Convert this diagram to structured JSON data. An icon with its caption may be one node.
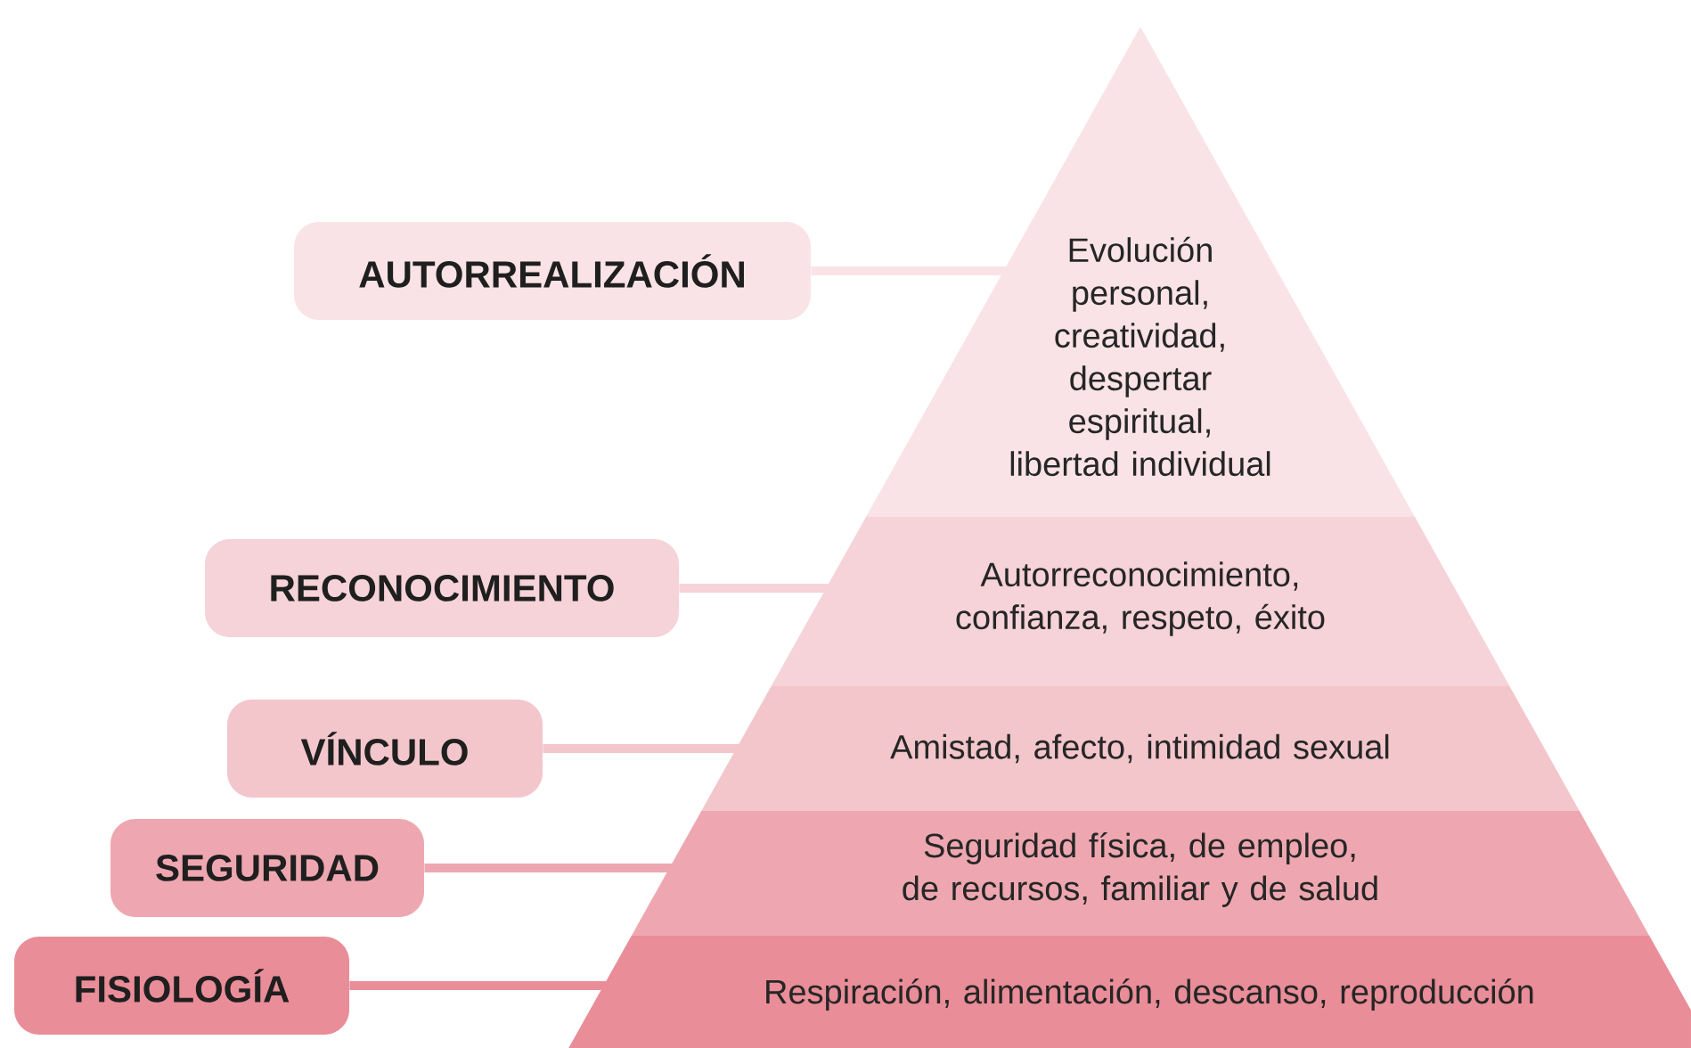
{
  "diagram": {
    "nodes": [
      {
        "text": [
          "AUTORREALIZACIÓN"
        ]
      },
      {
        "text": [
          "Evolución personal, creatividad, despertar espiritual, libertad individual"
        ]
      },
      {
        "text": [
          "RECONOCIMIENTO"
        ]
      },
      {
        "text": [
          "Autorreconocimiento, confianza, respeto, éxito"
        ]
      },
      {
        "text": [
          "VÍNCULO"
        ]
      },
      {
        "text": [
          "Amistad, afecto, intimidad sexual"
        ]
      },
      {
        "text": [
          "SEGURIDAD"
        ]
      },
      {
        "text": [
          "Seguridad física, de empleo, de recursos, familiar y de salud"
        ]
      },
      {
        "text": [
          "FISIOLOGÍA"
        ]
      },
      {
        "text": [
          "Respiración, alimentación, descanso, reproducción"
        ]
      }
    ],
    "edges": [
      {
        "from": 0,
        "to": 1,
        "arrow": "none"
      },
      {
        "from": 2,
        "to": 3,
        "arrow": "none"
      },
      {
        "from": 4,
        "to": 5,
        "arrow": "none"
      },
      {
        "from": 6,
        "to": 7,
        "arrow": "none"
      },
      {
        "from": 8,
        "to": 9,
        "arrow": "none"
      }
    ]
  }
}
